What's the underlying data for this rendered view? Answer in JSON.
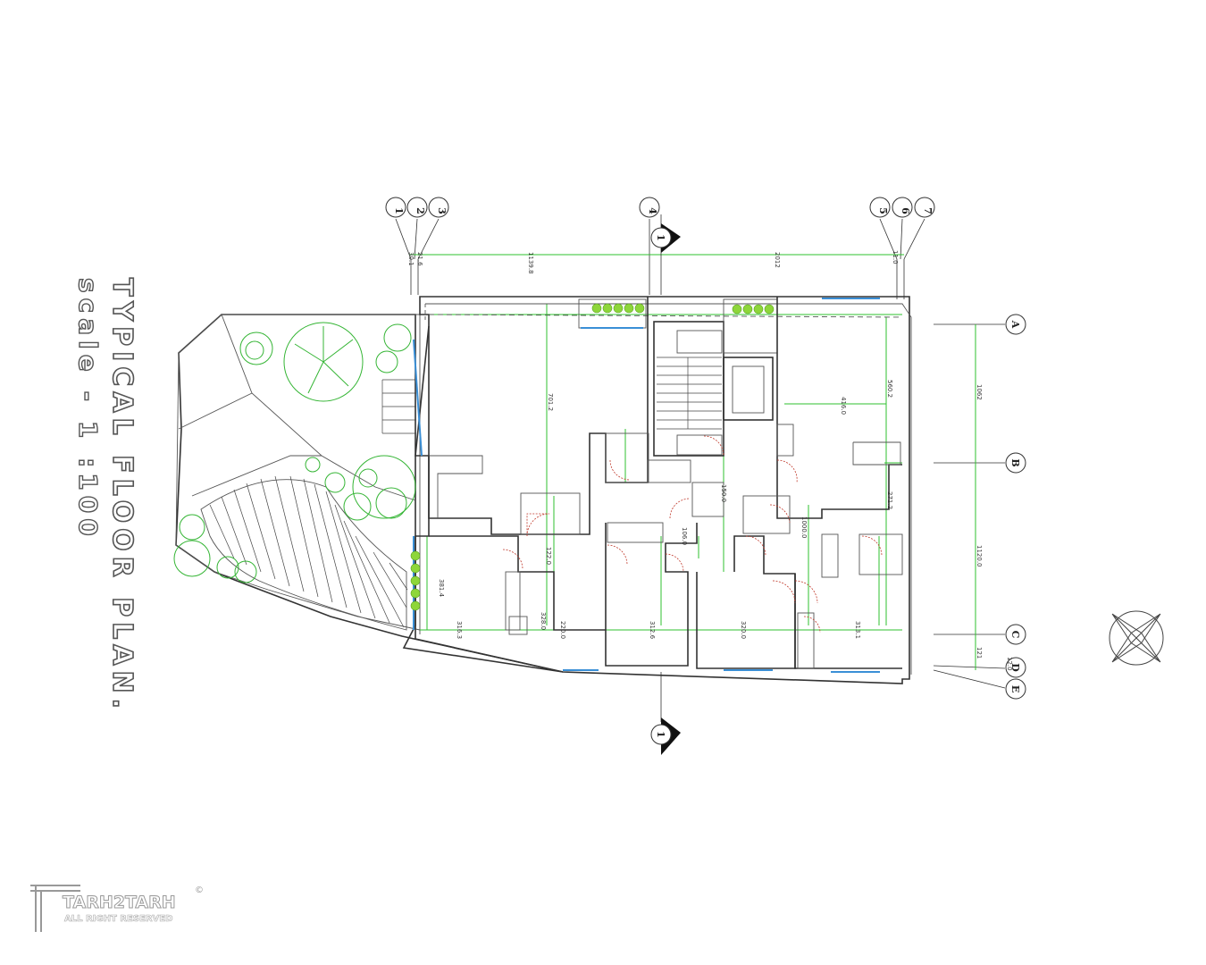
{
  "title": {
    "main": "TYPICAL FLOOR PLAN.",
    "scale": "scale - 1 :100"
  },
  "watermark": {
    "brand": "TARH2TARH",
    "rights": "ALL RIGHT RESERVED",
    "copyright": "©"
  },
  "grid_axes_top": [
    "1",
    "2",
    "3",
    "4",
    "5",
    "6",
    "7"
  ],
  "grid_axes_right": [
    "A",
    "B",
    "C",
    "D",
    "E"
  ],
  "section_marker": "1",
  "dimensions": {
    "top_left_1": "30.1",
    "top_left_2": "21.6",
    "top_span_1": "1139.8",
    "top_span_2": "2012",
    "top_right": "11.0",
    "right_1": "1062",
    "right_2": "1120.0",
    "right_3": "121",
    "right_4": "12.0",
    "room_a": "701.2",
    "room_b": "560.2",
    "room_c": "416.0",
    "room_d": "271.2",
    "room_e": "320.0",
    "room_f": "312.6",
    "room_g": "313.1",
    "room_h": "328.0",
    "room_i": "220.0",
    "room_j": "316.3",
    "room_k": "381.4",
    "room_l": "122.0",
    "room_m": "150.0",
    "room_n": "106.0",
    "room_o": "1000.0"
  },
  "colors": {
    "dimension_lines": "#2fc12f",
    "walls": "#333333",
    "doors": "#c0392b",
    "trees": "#35b535",
    "shrubs": "#8ed63a",
    "glazing": "#3a8fd6"
  },
  "icons": [
    "north-arrow-icon",
    "section-marker-icon",
    "tree-icon",
    "shrub-icon"
  ]
}
